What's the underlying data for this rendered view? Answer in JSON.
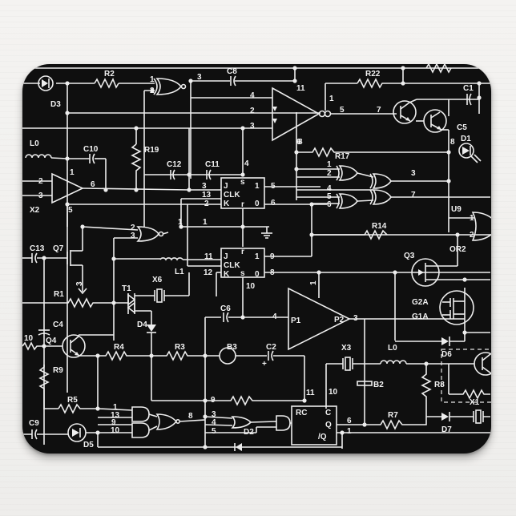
{
  "scene": {
    "subject": "Mousepad with black electronic circuit schematic print",
    "pad_color": "#0f0f0f",
    "line_color": "#ededed",
    "surface_color": "#f1f0ee"
  },
  "labels": {
    "D3": "D3",
    "R2": "R2",
    "C8": "C8",
    "R22": "R22",
    "C1": "C1",
    "C5": "C5",
    "D1": "D1",
    "L0_top": "L0",
    "C10": "C10",
    "R19": "R19",
    "C12": "C12",
    "C11": "C11",
    "R17": "R17",
    "X2": "X2",
    "U9": "U9",
    "R14": "R14",
    "OR2": "OR2",
    "C13": "C13",
    "Q7": "Q7",
    "L1": "L1",
    "Q3": "Q3",
    "R1": "R1",
    "T1": "T1",
    "X6": "X6",
    "G2A": "G2A",
    "G1A": "G1A",
    "C4": "C4",
    "Q4": "Q4",
    "D4": "D4",
    "C6": "C6",
    "P1": "P1",
    "P2": "P2",
    "R4": "R4",
    "R3": "R3",
    "B3": "B3",
    "C2": "C2",
    "X3": "X3",
    "L0_bot": "L0",
    "D6": "D6",
    "R9": "R9",
    "B2": "B2",
    "R8": "R8",
    "X1": "X1",
    "R5": "R5",
    "R7": "R7",
    "C9": "C9",
    "D5": "D5",
    "D2": "D2",
    "D7": "D7",
    "RC": "RC",
    "C": "C",
    "Q": "Q",
    "NQ": "/Q",
    "J": "J",
    "CLK": "CLK",
    "K": "K",
    "one": "1",
    "zero": "0",
    "s": "s",
    "r": "r"
  },
  "pins": {
    "p1": "1",
    "p2": "2",
    "p3": "3",
    "p4": "4",
    "p5": "5",
    "p6": "6",
    "p7": "7",
    "p8": "8",
    "p9": "9",
    "p10": "10",
    "p11": "11",
    "p12": "12",
    "p13": "13"
  }
}
